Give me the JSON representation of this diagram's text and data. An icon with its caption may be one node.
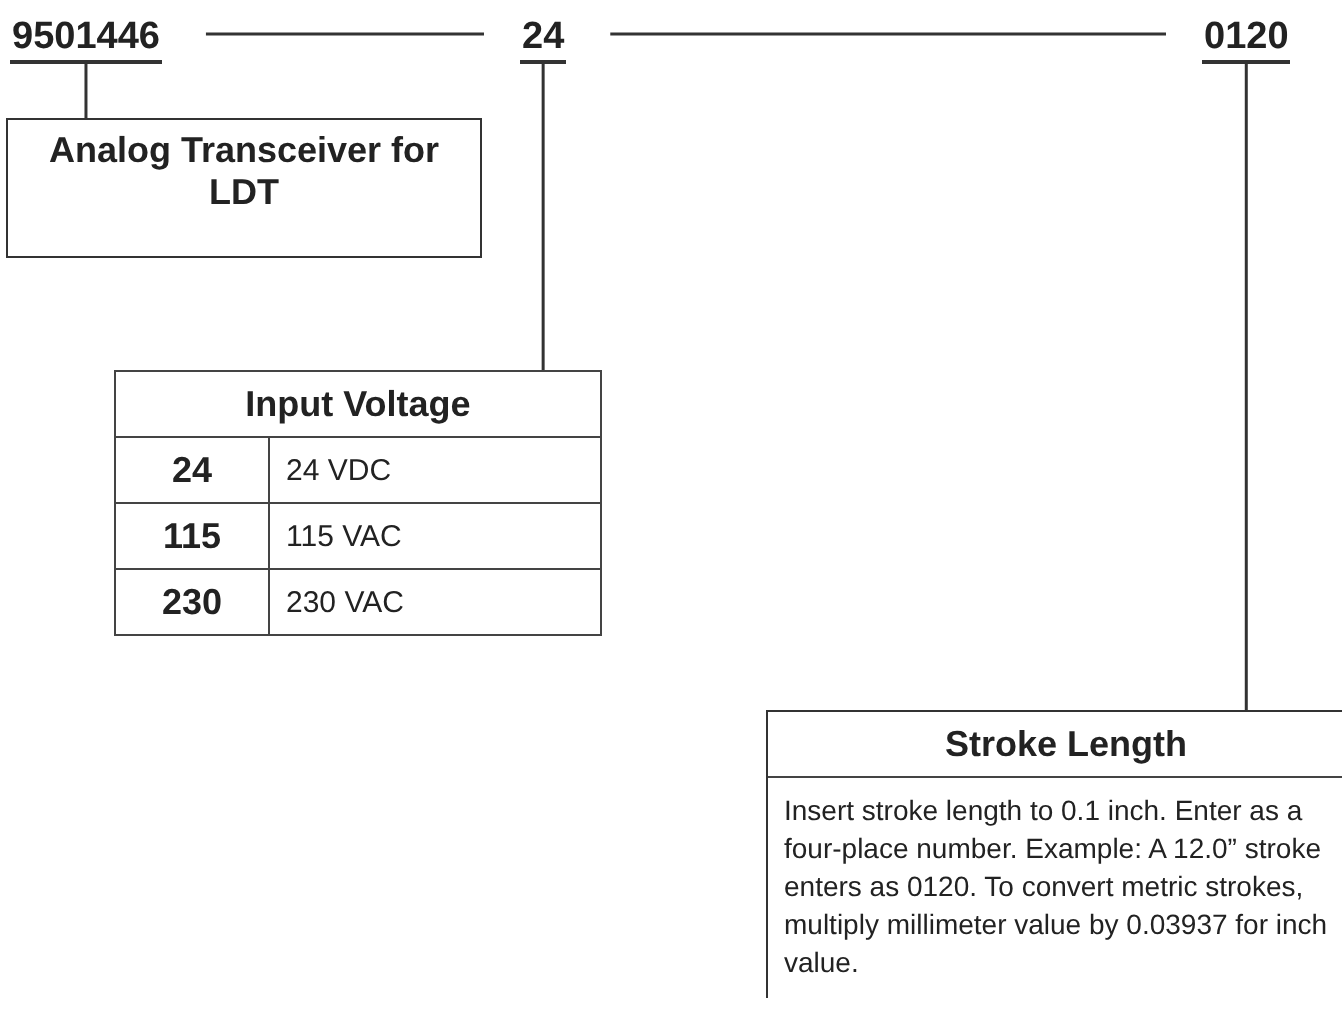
{
  "diagram": {
    "nodes": [
      {
        "text": [
          "9501446"
        ]
      },
      {
        "text": [
          "24"
        ]
      },
      {
        "text": [
          "0120"
        ]
      },
      {
        "text": [
          "Analog Transceiver for LDT"
        ]
      },
      {
        "text": [
          "Input Voltage"
        ]
      },
      {
        "text": [
          "Stroke Length",
          "Insert stroke length to 0.1 inch. Enter as a four-place number. Example: A 12.0” stroke enters as 0120. To convert metric strokes, multiply millimeter value by 0.03937 for inch value."
        ]
      }
    ],
    "edges": [
      {
        "from": 0,
        "to": 1,
        "arrow": "none"
      },
      {
        "from": 1,
        "to": 2,
        "arrow": "none"
      },
      {
        "from": 0,
        "to": 3,
        "arrow": "none"
      },
      {
        "from": 1,
        "to": 4,
        "arrow": "none"
      },
      {
        "from": 2,
        "to": 5,
        "arrow": "none"
      }
    ],
    "labels": [
      "24",
      "24 VDC",
      "115",
      "115 VAC",
      "230",
      "230 VAC"
    ]
  }
}
